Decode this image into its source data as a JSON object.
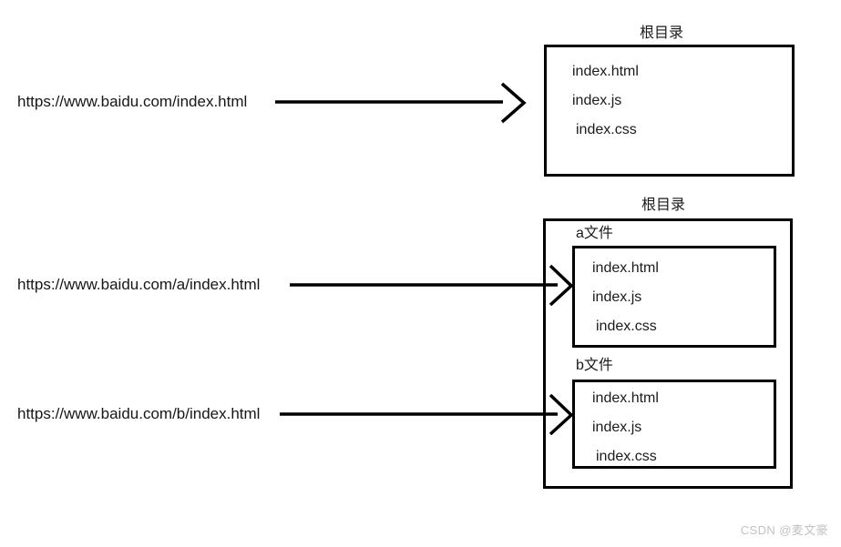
{
  "diagram": {
    "rows": [
      {
        "url": "https://www.baidu.com/index.html",
        "root_caption": "根目录",
        "files": [
          "index.html",
          "index.js",
          "index.css"
        ]
      },
      {
        "url": "https://www.baidu.com/a/index.html",
        "root_caption": "根目录",
        "folder_caption": "a文件",
        "files": [
          "index.html",
          "index.js",
          "index.css"
        ]
      },
      {
        "url": "https://www.baidu.com/b/index.html",
        "folder_caption": "b文件",
        "files": [
          "index.html",
          "index.js",
          "index.css"
        ]
      }
    ],
    "arrow_icon": "arrow-right-icon"
  },
  "watermark": {
    "text": "CSDN @麦文豪"
  },
  "colors": {
    "stroke": "#000000",
    "text": "#1b1b1b",
    "watermark": "#c2c2c2",
    "background": "#ffffff"
  }
}
